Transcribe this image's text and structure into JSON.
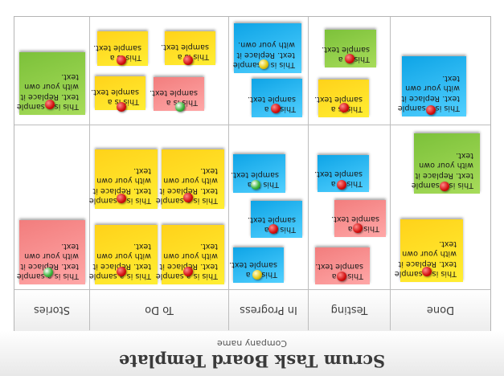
{
  "board": {
    "title": "Scrum Task Board Template",
    "subtitle": "Company name",
    "columns": [
      {
        "label": "Stories"
      },
      {
        "label": "To Do"
      },
      {
        "label": "In Progress"
      },
      {
        "label": "Testing"
      },
      {
        "label": "Done"
      }
    ]
  },
  "colors": {
    "yellow": "#ffd21a",
    "blue": "#1aaeea",
    "green": "#8ccc45",
    "pink": "#f68888",
    "pin_red": "#d10d0d",
    "pin_green": "#3fb83f",
    "pin_yellow": "#e4c914"
  },
  "notes": [
    {
      "color": "pink",
      "pin": "green",
      "lines": [
        "This is a sample",
        "text. Replace it",
        "with your own",
        "text."
      ]
    },
    {
      "color": "yellow",
      "pin": "red",
      "lines": [
        "This is a sample",
        "text. Replace it",
        "with your own",
        "text."
      ]
    },
    {
      "color": "yellow",
      "pin": "red",
      "lines": [
        "This is a sample",
        "text. Replace it",
        "with your own",
        "text."
      ]
    },
    {
      "color": "yellow",
      "pin": "red",
      "lines": [
        "This is a sample",
        "text. Replace it",
        "with your own",
        "text."
      ]
    },
    {
      "color": "yellow",
      "pin": "red",
      "lines": [
        "This is a sample",
        "text. Replace it",
        "with your own",
        "text."
      ]
    },
    {
      "color": "blue",
      "pin": "yellow",
      "lines": [
        "This is a",
        "sample text."
      ]
    },
    {
      "color": "blue",
      "pin": "red",
      "lines": [
        "This is a",
        "sample text."
      ]
    },
    {
      "color": "blue",
      "pin": "green",
      "lines": [
        "This is a",
        "sample text."
      ]
    },
    {
      "color": "pink",
      "pin": "red",
      "lines": [
        "This is a",
        "sample text."
      ]
    },
    {
      "color": "pink",
      "pin": "red",
      "lines": [
        "This is a",
        "sample text."
      ]
    },
    {
      "color": "blue",
      "pin": "red",
      "lines": [
        "This is a",
        "sample text."
      ]
    },
    {
      "color": "yellow",
      "pin": "red",
      "lines": [
        "This is a sample",
        "text. Replace it",
        "with your own",
        "text."
      ]
    },
    {
      "color": "green",
      "pin": "red",
      "lines": [
        "This is a sample",
        "text. Replace it",
        "with your own",
        "text."
      ]
    },
    {
      "color": "green",
      "pin": "red",
      "lines": [
        "This is a sample",
        "text. Replace it",
        "with your own",
        "text."
      ]
    },
    {
      "color": "yellow",
      "pin": "red",
      "lines": [
        "This is a",
        "sample text."
      ]
    },
    {
      "color": "yellow",
      "pin": "red",
      "lines": [
        "This is a",
        "sample text."
      ]
    },
    {
      "color": "pink",
      "pin": "green",
      "lines": [
        "This is a",
        "sample text."
      ]
    },
    {
      "color": "yellow",
      "pin": "red",
      "lines": [
        "This is a",
        "sample text."
      ]
    },
    {
      "color": "blue",
      "pin": "yellow",
      "lines": [
        "This is a sample",
        "text. Replace it",
        "with your own."
      ]
    },
    {
      "color": "blue",
      "pin": "red",
      "lines": [
        "This is a",
        "sample text."
      ]
    },
    {
      "color": "yellow",
      "pin": "red",
      "lines": [
        "This is a",
        "sample text."
      ]
    },
    {
      "color": "green",
      "pin": "red",
      "lines": [
        "This is a",
        "sample text."
      ]
    },
    {
      "color": "blue",
      "pin": "red",
      "lines": [
        "This is a sample",
        "text. Replace it",
        "with your own",
        "text."
      ]
    }
  ]
}
